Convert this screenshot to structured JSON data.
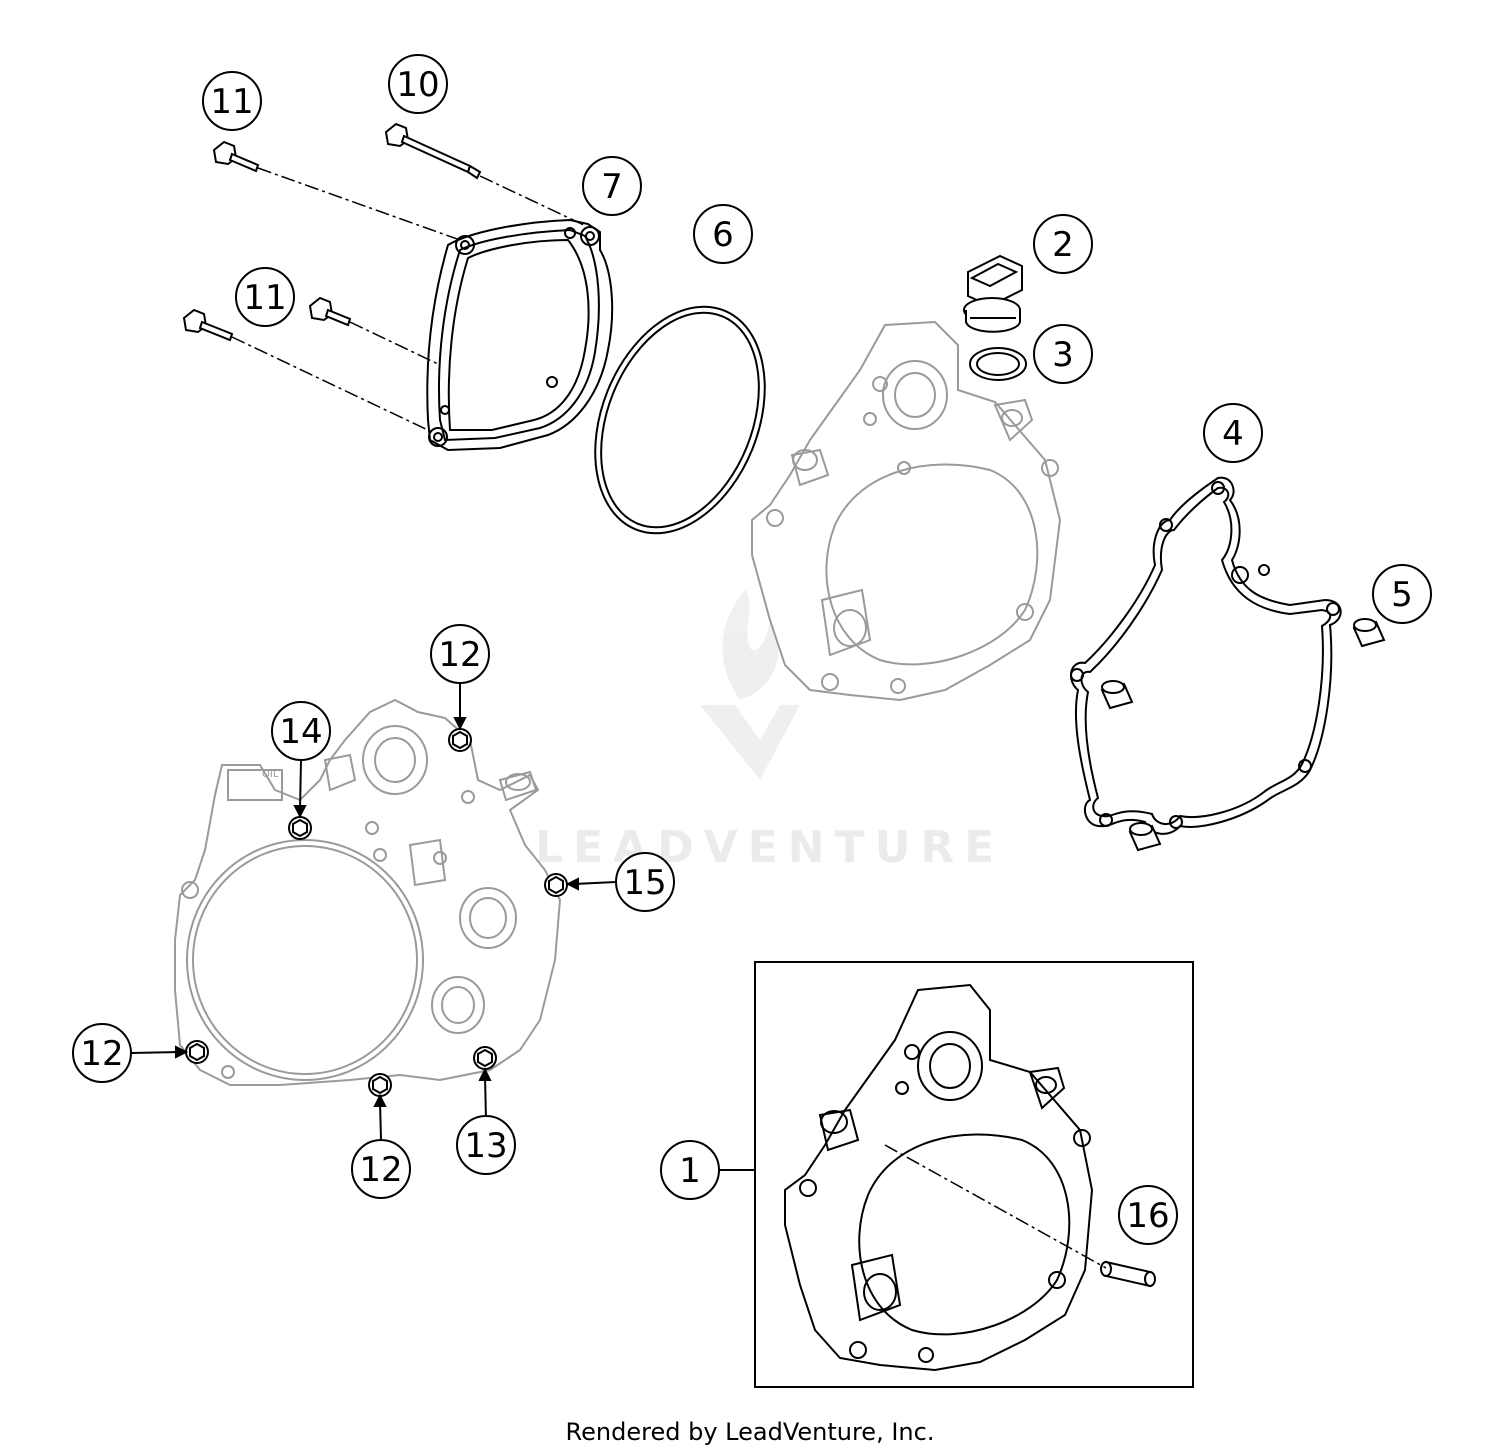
{
  "callouts": {
    "c1": "1",
    "c2": "2",
    "c3": "3",
    "c4": "4",
    "c5": "5",
    "c6": "6",
    "c7": "7",
    "c10": "10",
    "c11a": "11",
    "c11b": "11",
    "c12a": "12",
    "c12b": "12",
    "c12c": "12",
    "c13": "13",
    "c14": "14",
    "c15": "15",
    "c16": "16"
  },
  "oil_marking": "OIL",
  "watermark_text": "LEADVENTURE",
  "footer": "Rendered by LeadVenture, Inc."
}
